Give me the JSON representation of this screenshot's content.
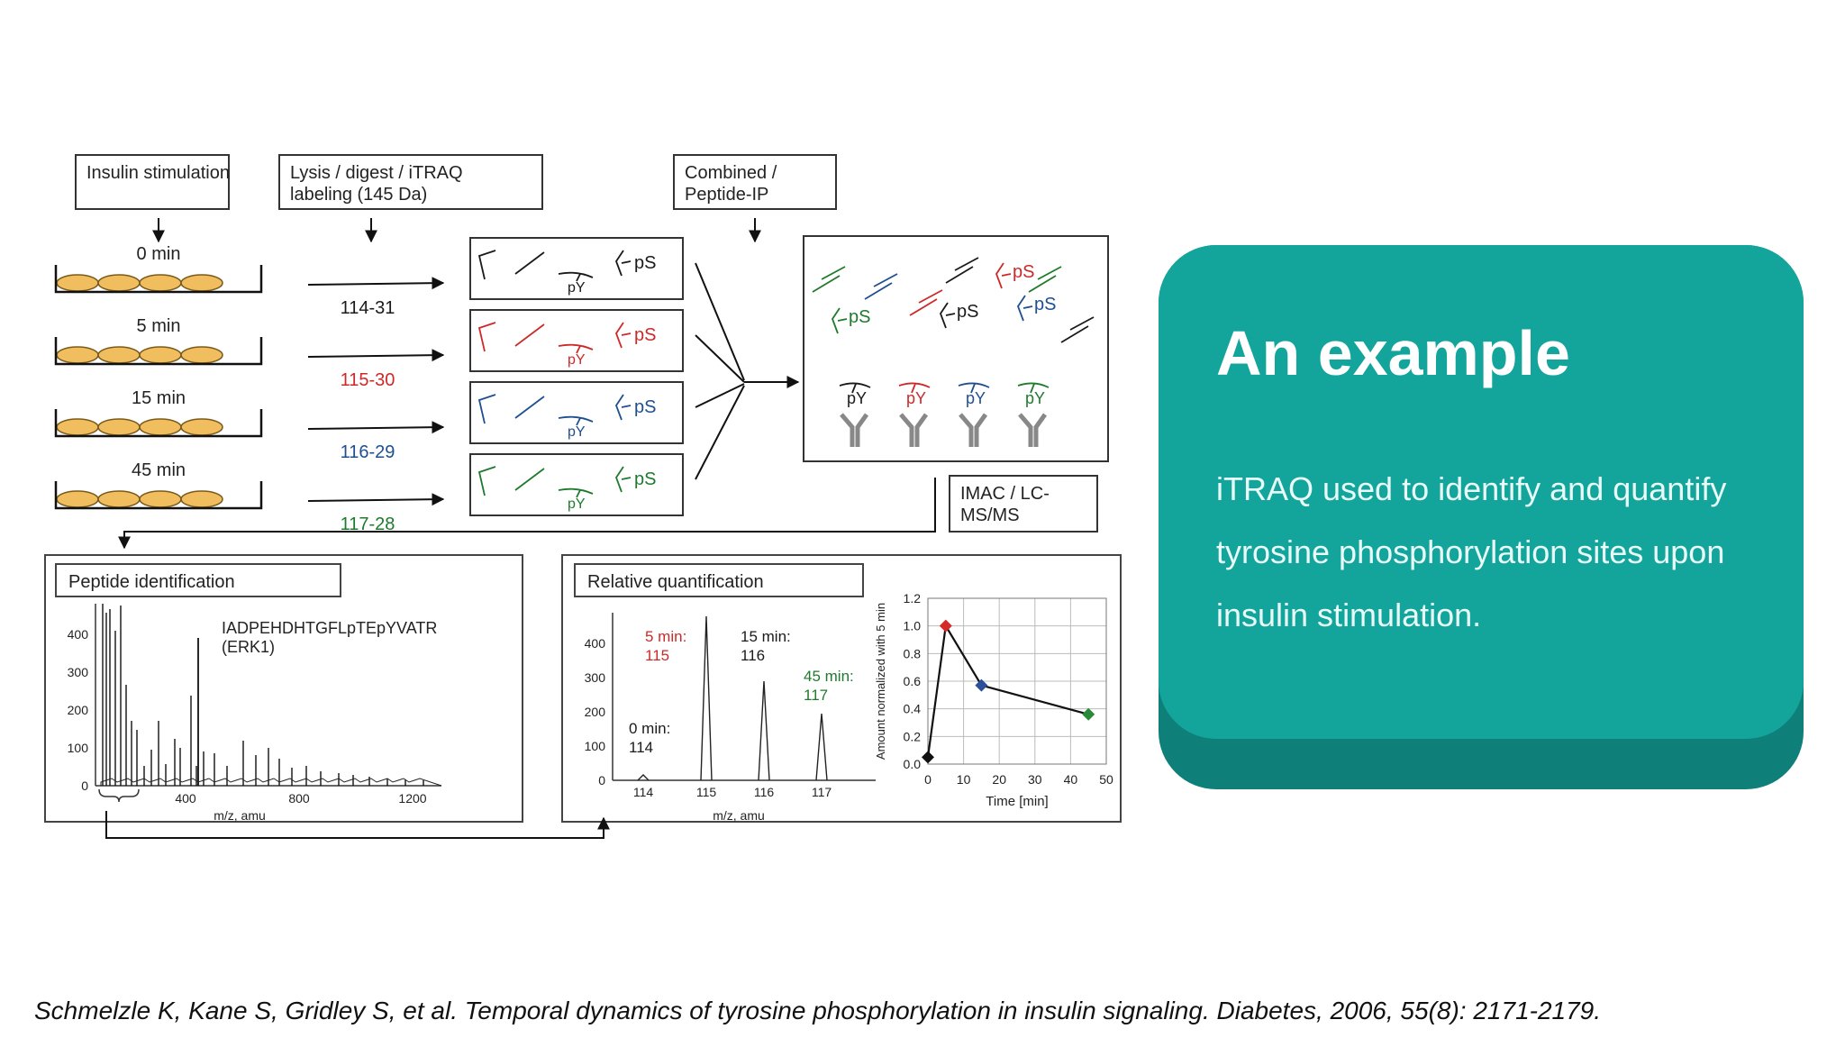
{
  "figure": {
    "steps": [
      "Insulin stimulation",
      "Lysis / digest / iTRAQ labeling (145 Da)",
      "Combined / Peptide-IP",
      "IMAC / LC-MS/MS"
    ],
    "timepoints": [
      {
        "time": "0 min",
        "label": "114-31",
        "color": "#1a1a1a"
      },
      {
        "time": "5 min",
        "label": "115-30",
        "color": "#cc2a2a"
      },
      {
        "time": "15 min",
        "label": "116-29",
        "color": "#1f4f8f"
      },
      {
        "time": "45 min",
        "label": "117-28",
        "color": "#1f7a2e"
      }
    ],
    "marks": {
      "ps": "pS",
      "py": "pY"
    },
    "peptide_panel": {
      "title": "Peptide identification",
      "peptide": "IADPEHDHTGFLpTEpYVATR",
      "protein": "(ERK1)",
      "y_ticks": [
        "400",
        "300",
        "200",
        "100",
        "0"
      ],
      "x_ticks": [
        "400",
        "800",
        "1200"
      ],
      "xlabel": "m/z, amu"
    },
    "quant_panel": {
      "title": "Relative quantification",
      "y_ticks": [
        "400",
        "300",
        "200",
        "100",
        "0"
      ],
      "x_ticks": [
        "114",
        "115",
        "116",
        "117"
      ],
      "xlabel": "m/z, amu",
      "peaks": [
        {
          "time": "0 min:",
          "ion": "114",
          "color": "#1a1a1a"
        },
        {
          "time": "5 min:",
          "ion": "115",
          "color": "#cc2a2a"
        },
        {
          "time": "15 min:",
          "ion": "116",
          "color": "#1a1a1a"
        },
        {
          "time": "45 min:",
          "ion": "117",
          "color": "#1f7a2e"
        }
      ]
    }
  },
  "chart_data": {
    "type": "line",
    "x": [
      0,
      5,
      15,
      45
    ],
    "series": [
      {
        "values": [
          0.05,
          1.0,
          0.57,
          0.36
        ]
      }
    ],
    "point_colors": [
      "#111111",
      "#d42a2a",
      "#2c4f9a",
      "#2a8a3a"
    ],
    "xlabel": "Time [min]",
    "ylabel": "Amount normalized with 5 min",
    "xlim": [
      0,
      50
    ],
    "ylim": [
      0,
      1.2
    ],
    "x_ticks": [
      "0",
      "10",
      "20",
      "30",
      "40",
      "50"
    ],
    "y_ticks": [
      "0.0",
      "0.2",
      "0.4",
      "0.6",
      "0.8",
      "1.0",
      "1.2"
    ],
    "grid": true
  },
  "card": {
    "title": "An example",
    "body": "iTRAQ used to identify and quantify tyrosine phosphorylation sites upon insulin stimulation.",
    "color": "#13a59c",
    "shadow_color": "#0f7f7a"
  },
  "citation": "Schmelzle K, Kane S, Gridley S, et al. Temporal dynamics of tyrosine phosphorylation in insulin signaling. Diabetes, 2006, 55(8): 2171-2179."
}
